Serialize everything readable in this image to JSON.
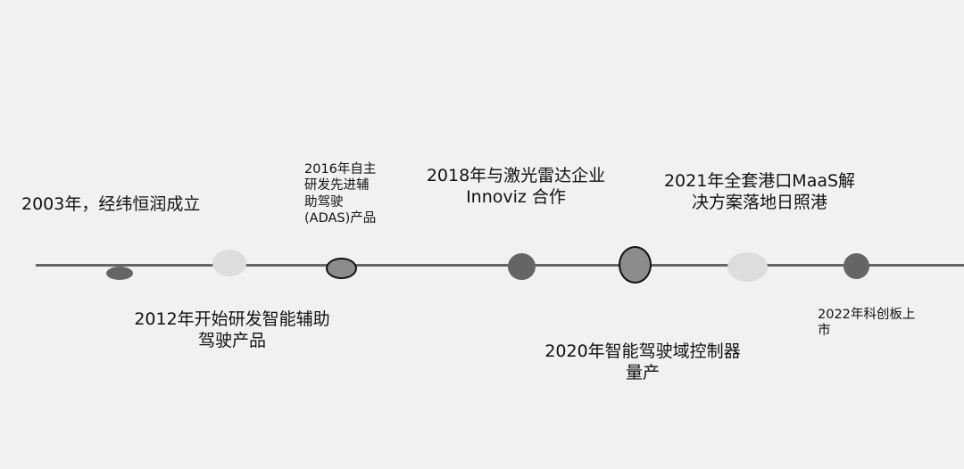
{
  "timeline": {
    "events": [
      {
        "id": "2003",
        "lines": [
          "2003年，经纬恒润成立"
        ]
      },
      {
        "id": "2012",
        "lines": [
          "2012年开始研发智能辅助",
          "驾驶产品"
        ]
      },
      {
        "id": "2016",
        "lines": [
          "2016年自主",
          "研发先进辅",
          "助驾驶",
          "(ADAS)产品"
        ]
      },
      {
        "id": "2018",
        "lines": [
          "2018年与激光雷达企业",
          "Innoviz 合作"
        ]
      },
      {
        "id": "2020",
        "lines": [
          "2020年智能驾驶域控制器",
          "量产"
        ]
      },
      {
        "id": "2021",
        "lines": [
          "2021年全套港口MaaS解",
          "决方案落地日照港"
        ]
      },
      {
        "id": "2022",
        "lines": [
          "2022年科创板上",
          "市"
        ]
      }
    ],
    "colors": {
      "background": "#f1f1f1",
      "line": "#666666",
      "marker_dark": "#656565",
      "marker_mid": "#8c8c8c",
      "marker_light": "#dddddd",
      "marker_outline": "#111111"
    }
  }
}
